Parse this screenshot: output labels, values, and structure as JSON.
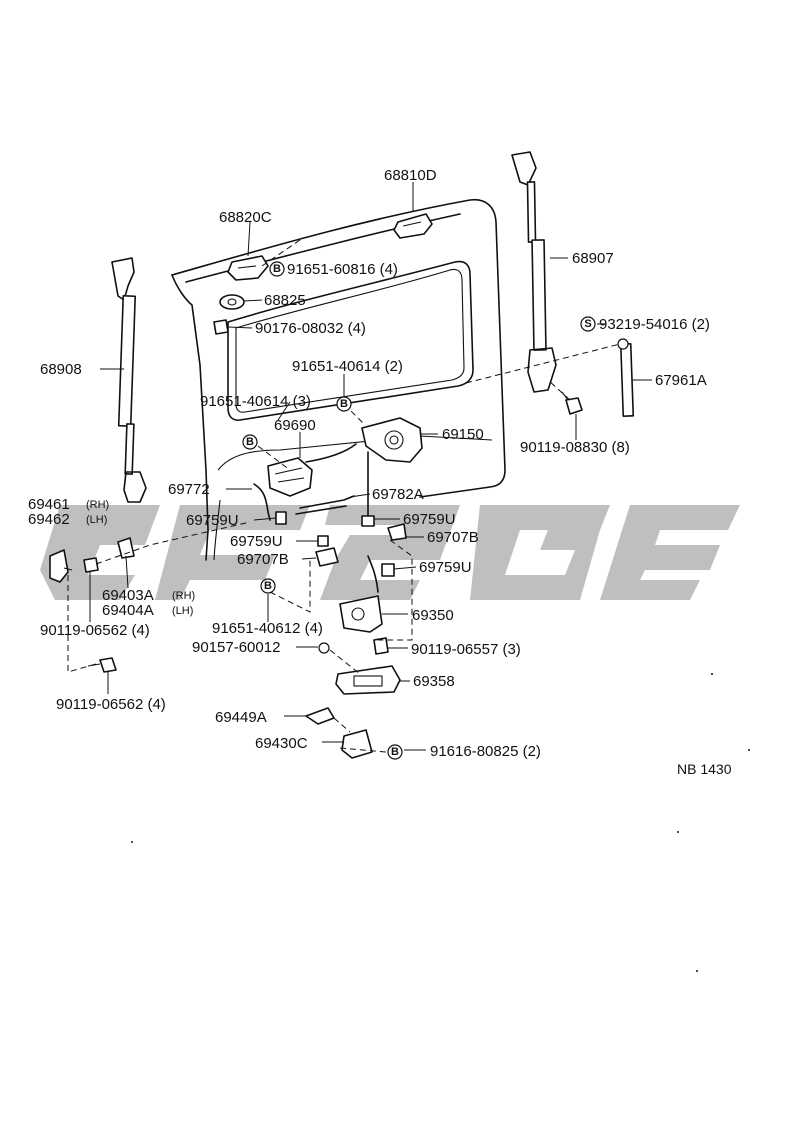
{
  "diagram": {
    "code": "NB  1430",
    "watermark": "watermark-logo",
    "labels": {
      "p68810D": "68810D",
      "p68820C": "68820C",
      "p91651_60816": "91651-60816 (4)",
      "p68825": "68825",
      "p90176_08032": "90176-08032 (4)",
      "p68907": "68907",
      "p93219_54016": "93219-54016 (2)",
      "p68908": "68908",
      "p91651_40614a": "91651-40614 (2)",
      "p91651_40614b": "91651-40614 (3)",
      "p67961A": "67961A",
      "p69690": "69690",
      "p69150": "69150",
      "p90119_08830": "90119-08830 (8)",
      "p69772": "69772",
      "p69782A": "69782A",
      "p69461": "69461",
      "p69462": "69462",
      "p69759U_a": "69759U",
      "p69759U_b": "69759U",
      "p69759U_c": "69759U",
      "p69759U_d": "69759U",
      "p69707B_a": "69707B",
      "p69707B_b": "69707B",
      "p69403A": "69403A",
      "p69404A": "69404A",
      "p90119_06562a": "90119-06562 (4)",
      "p91651_40612": "91651-40612 (4)",
      "p69350": "69350",
      "p90157_60012": "90157-60012",
      "p90119_06557": "90119-06557 (3)",
      "p69358": "69358",
      "p90119_06562b": "90119-06562 (4)",
      "p69449A": "69449A",
      "p69430C": "69430C",
      "p91616_80825": "91616-80825 (2)"
    },
    "tags": {
      "rh": "(RH)",
      "lh": "(LH)"
    },
    "markers": {
      "B": "B",
      "S": "S"
    }
  }
}
